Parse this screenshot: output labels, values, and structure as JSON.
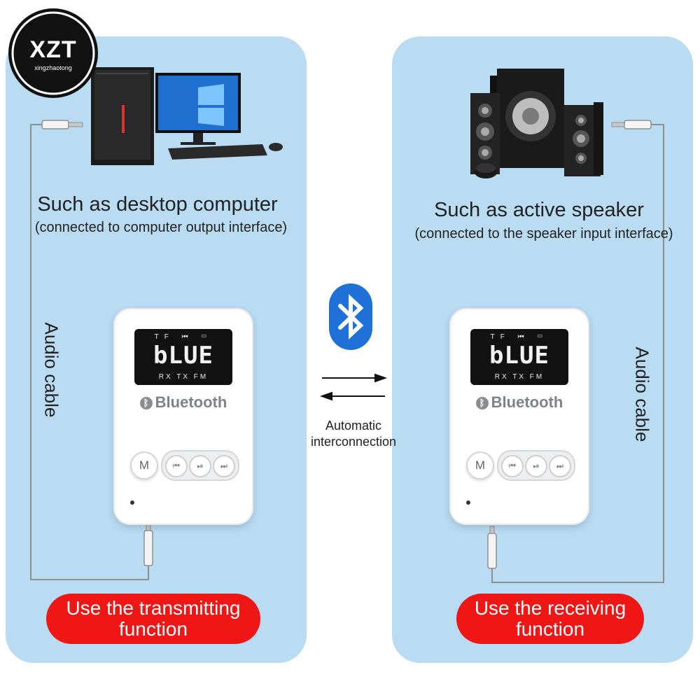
{
  "logo": {
    "brand": "XZT",
    "tagline": "xingzhaotong"
  },
  "left_panel": {
    "title": "Such as desktop computer",
    "subtitle": "(connected to computer output interface)",
    "cable_label": "Audio cable",
    "button_text": "Use the transmitting function"
  },
  "right_panel": {
    "title": "Such as active speaker",
    "subtitle": "(connected to the speaker input interface)",
    "cable_label": "Audio cable",
    "button_text": "Use the receiving function"
  },
  "device": {
    "lcd_top": "TF ⏮ ▭",
    "lcd_main": "bLUE",
    "lcd_bottom": "RX TX FM",
    "brand": "Bluetooth",
    "mode_button": "M",
    "prev_icon": "⏮",
    "play_icon": "⏯",
    "next_icon": "⏭"
  },
  "center": {
    "connection_text_line1": "Automatic",
    "connection_text_line2": "interconnection",
    "bluetooth_icon": "bluetooth-icon"
  },
  "colors": {
    "panel_bg": "#b9dcf3",
    "pill_red": "#ef1616",
    "bluetooth_blue": "#1f71d8",
    "logo_black": "#111111"
  }
}
